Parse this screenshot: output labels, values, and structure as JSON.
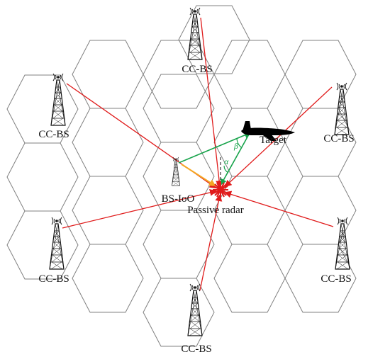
{
  "diagram": {
    "cells": [
      "cell-1",
      "cell-2",
      "cell-3",
      "cell-4",
      "cell-5",
      "cell-6",
      "cell-7",
      "cell-8",
      "cell-9",
      "cell-10",
      "cell-11",
      "cell-12",
      "cell-13",
      "cell-14",
      "cell-15",
      "cell-16",
      "cell-17",
      "cell-18",
      "cell-19",
      "cell-20",
      "cell-21"
    ],
    "labels": {
      "cc_bs": "CC-BS",
      "bs_ioo": "BS-IoO",
      "passive_radar": "Passive radar",
      "target": "Target",
      "alpha": "α",
      "beta": "β"
    },
    "colors": {
      "grid": "#808080",
      "cc_link": "#e01b1b",
      "target_path": "#16a34a",
      "direct_path": "#f5a623",
      "radar_marker": "#e01b1b",
      "aircraft": "#000000",
      "tower": "#111111"
    },
    "icons": {
      "base_station": "antenna-tower-icon",
      "radar": "radar-star-icon",
      "target": "aircraft-icon"
    }
  }
}
